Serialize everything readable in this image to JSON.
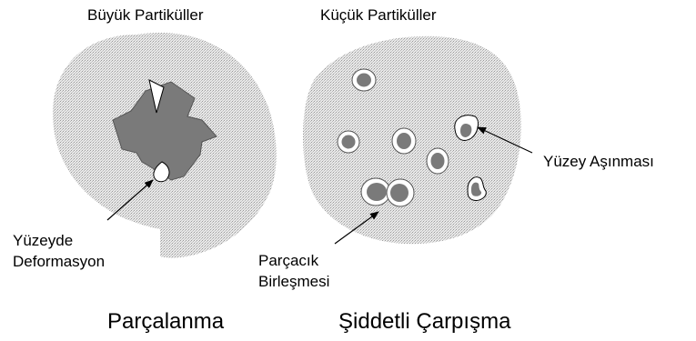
{
  "labels": {
    "large_particles": "Büyük Partiküller",
    "small_particles": "Küçük Partiküller",
    "surface_deformation_line1": "Yüzeyde",
    "surface_deformation_line2": "Deformasyon",
    "particle_merging_line1": "Parçacık",
    "particle_merging_line2": "Birleşmesi",
    "surface_abrasion": "Yüzey Aşınması",
    "fragmentation": "Parçalanma",
    "violent_collision": "Şiddetli Çarpışma"
  },
  "colors": {
    "blob_fill": "#e4e4e4",
    "dark_particle": "#7a7a7a",
    "halo": "#ffffff",
    "outline": "#000000",
    "text": "#000000"
  },
  "icons": {
    "large_particle": "irregular-dark-polygon",
    "small_particle": "haloed-dark-ellipse",
    "arrow": "thin-line-arrow"
  }
}
